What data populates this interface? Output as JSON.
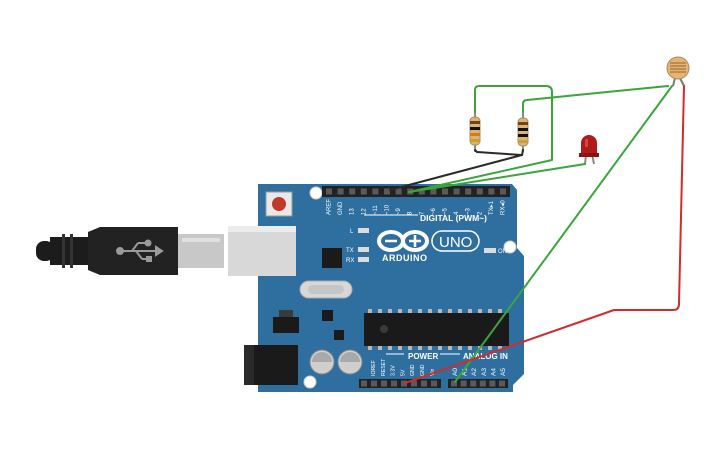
{
  "board": {
    "brand": "ARDUINO",
    "model": "UNO",
    "digital_header_label": "DIGITAL (PWM~)",
    "power_label": "POWER",
    "analog_label": "ANALOG IN",
    "on_label": "ON",
    "led_l": "L",
    "led_tx": "TX",
    "led_rx": "RX",
    "digital_pins": [
      "AREF",
      "GND",
      "13",
      "12",
      "~11",
      "~10",
      "~9",
      "8",
      "7",
      "~6",
      "~5",
      "4",
      "~3",
      "2",
      "TX▸1",
      "RX◂0"
    ],
    "power_pins": [
      "IOREF",
      "RESET",
      "3.3V",
      "5V",
      "GND",
      "GND",
      "Vin"
    ],
    "analog_pins": [
      "A0",
      "A1",
      "A2",
      "A3",
      "A4",
      "A5"
    ]
  },
  "colors": {
    "board_blue": "#2f6f9f",
    "wire_green": "#3aa63a",
    "wire_red": "#d42a2a",
    "wire_black": "#2a2a2a",
    "led_red": "#b01a1a"
  },
  "components": {
    "usb_cable": "usb-b-cable",
    "resistors": 2,
    "led": "red-led",
    "sensor": "photoresistor"
  }
}
